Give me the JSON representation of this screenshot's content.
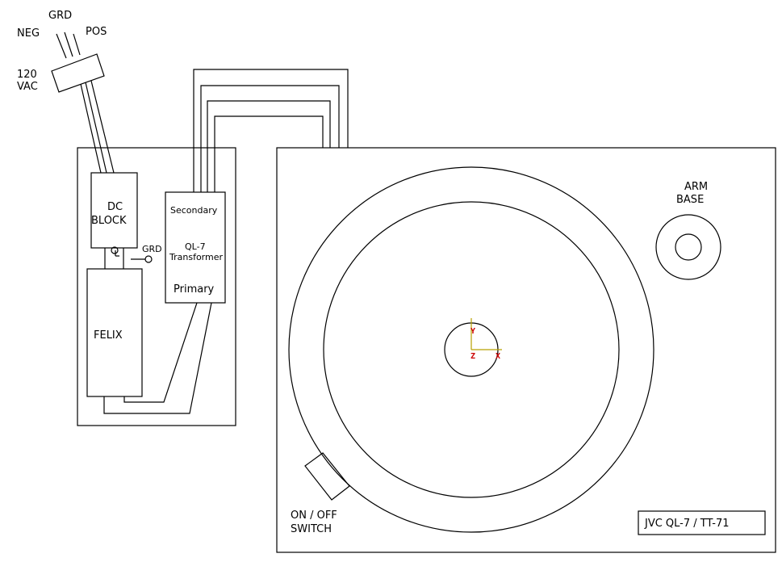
{
  "power": {
    "neg": "NEG",
    "grd": "GRD",
    "pos": "POS",
    "voltage_line1": "120",
    "voltage_line2": "VAC"
  },
  "dc_block": {
    "line1": "DC",
    "line2": "BLOCK"
  },
  "ground_label": "GRD",
  "felix": "FELIX",
  "transformer": {
    "secondary": "Secondary",
    "model": "QL-7",
    "name": "Transformer",
    "primary": "Primary"
  },
  "arm_base": {
    "line1": "ARM",
    "line2": "BASE"
  },
  "switch": {
    "line1": "ON / OFF",
    "line2": "SWITCH"
  },
  "title_block": "JVC QL-7 / TT-71",
  "ucs": {
    "x": "X",
    "y": "Y",
    "z": "Z",
    "color_axes": "#cc0000",
    "color_lines": "#b8a000"
  }
}
